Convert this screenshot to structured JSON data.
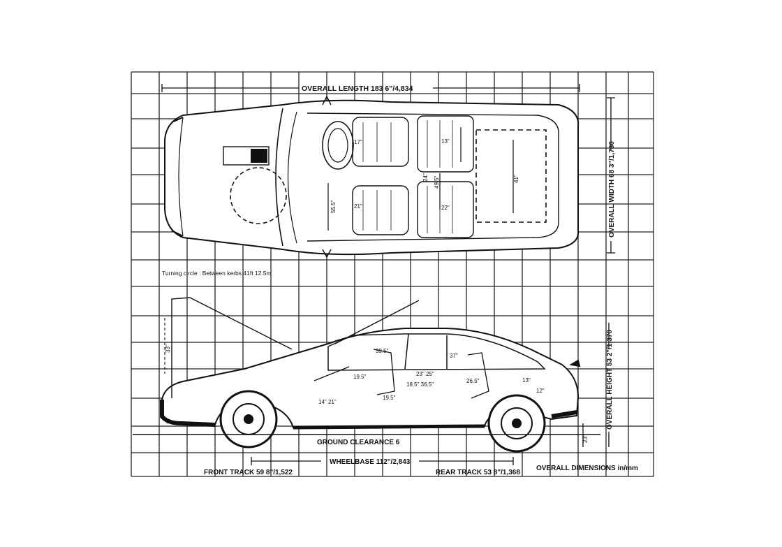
{
  "diagram": {
    "labels": {
      "overall_length": "OVERALL LENGTH 183 6\"/4,834",
      "overall_width": "OVERALL WIDTH 68 3\"/1,730",
      "overall_height": "OVERALL HEIGHT 53 2\"/1,370",
      "turning_circle": "Turning circle : Between kerbs 41ft  12.5m",
      "ground_clearance": "GROUND CLEARANCE 6",
      "wheelbase": "WHEELBASE 112\"/2,843",
      "front_track": "FRONT TRACK 59 8\"/1,522",
      "rear_track": "REAR TRACK 53 8\"/1,368",
      "overall_dimensions": "OVERALL DIMENSIONS in/mm"
    },
    "small_labels": {
      "top_seat_1": "17\"",
      "top_seat_2": "21\"",
      "top_width_front": "55.5\"",
      "top_rear_1": "13\"",
      "top_rear_2": "24\"",
      "top_rear_3": "49.5\"",
      "top_rear_4": "22\"",
      "top_boot": "41\"",
      "side_bonnet": "33\"",
      "side_1": "39.5\"",
      "side_2": "19.5\"",
      "side_3": "23\" 25\"",
      "side_4": "18.5\" 36.5\"",
      "side_5": "37\"",
      "side_6": "26.5\"",
      "side_7": "19.5\"",
      "side_8": "14\" 21\"",
      "side_9": "13\"",
      "side_10": "12\"",
      "side_clear": "23\""
    }
  }
}
